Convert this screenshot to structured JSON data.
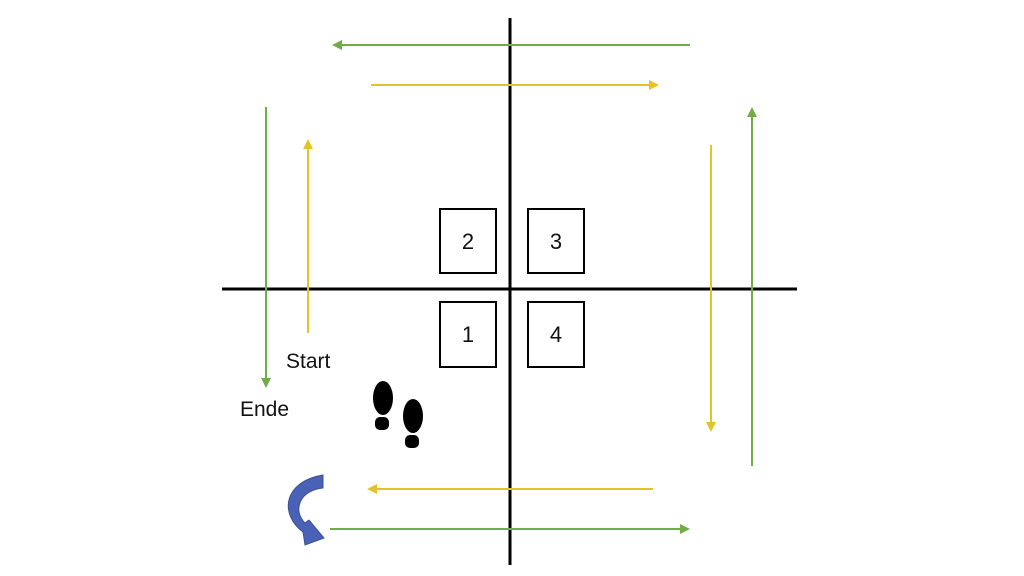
{
  "labels": {
    "start": "Start",
    "end": "Ende"
  },
  "boxes": [
    "1",
    "2",
    "3",
    "4"
  ],
  "colors": {
    "green": "#70ad47",
    "yellow": "#e6c229",
    "blue": "#4a62b5",
    "axis": "#000000"
  },
  "icons": [
    "footprints-icon",
    "u-turn-arrow-icon"
  ]
}
